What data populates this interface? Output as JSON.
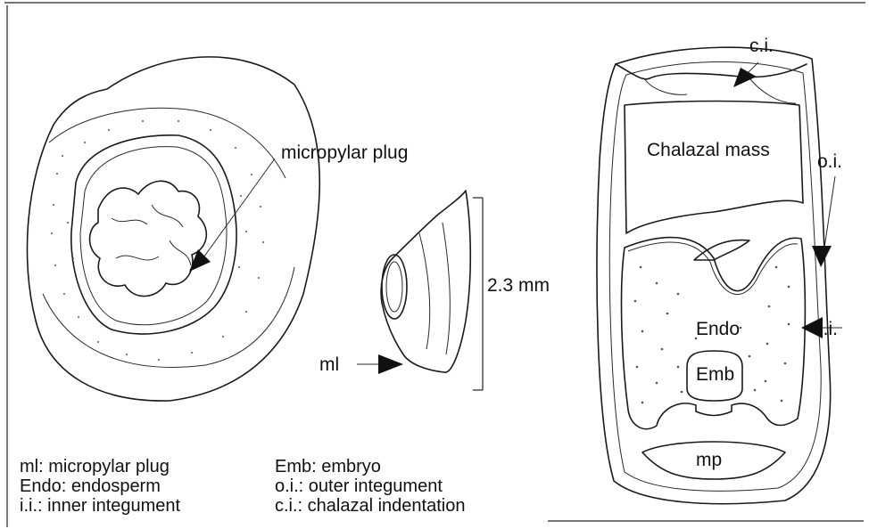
{
  "seed_view": {
    "callout": "micropylar plug"
  },
  "plug_view": {
    "callout": "ml",
    "scale_label": "2.3 mm"
  },
  "section": {
    "chalazal_mass": "Chalazal mass",
    "endo": "Endo",
    "emb": "Emb",
    "mp": "mp",
    "ci": "c.i.",
    "oi": "o.i.",
    "ii": "i.i."
  },
  "legend": {
    "col1": [
      "ml: micropylar plug",
      "Endo: endosperm",
      "i.i.: inner integument"
    ],
    "col2": [
      "Emb: embryo",
      "o.i.: outer integument",
      "c.i.: chalazal indentation"
    ]
  }
}
